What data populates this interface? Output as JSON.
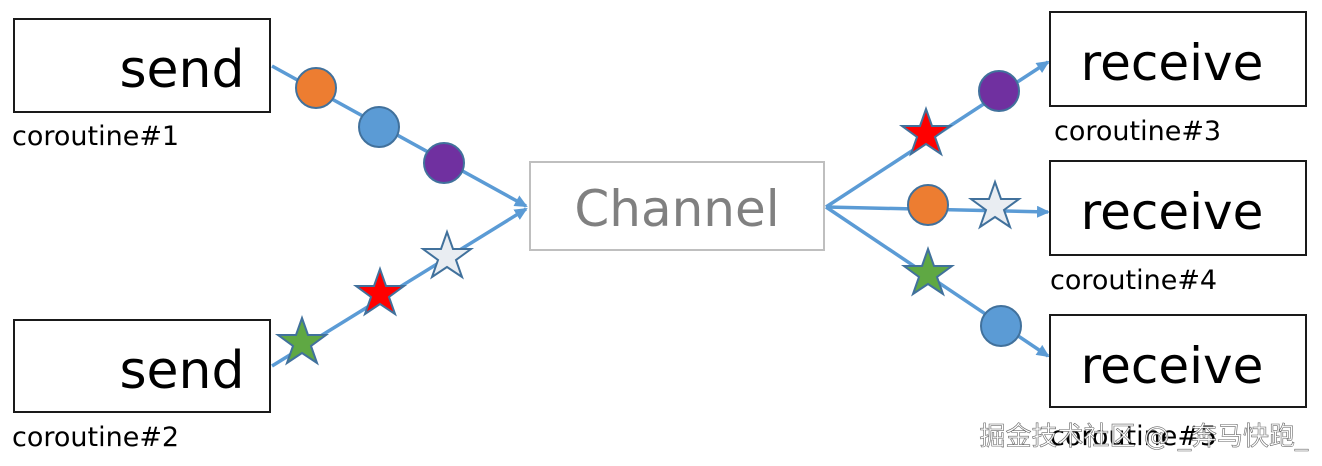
{
  "senders": [
    {
      "label": "send",
      "coroutine": "coroutine#1"
    },
    {
      "label": "send",
      "coroutine": "coroutine#2"
    }
  ],
  "channel": {
    "label": "Channel"
  },
  "receivers": [
    {
      "label": "receive",
      "coroutine": "coroutine#3"
    },
    {
      "label": "receive",
      "coroutine": "coroutine#4"
    },
    {
      "label": "receive",
      "coroutine": "coroutine#5"
    }
  ],
  "watermark": "掘金技术社区 @ _奔马快跑_",
  "colors": {
    "arrow": "#5b9bd5",
    "orange": "#ed7d31",
    "blue": "#5b9bd5",
    "purple": "#7030a0",
    "red": "#ff0000",
    "green": "#5fa843",
    "white_star": "#e9edf2",
    "channel_text": "#808080"
  }
}
